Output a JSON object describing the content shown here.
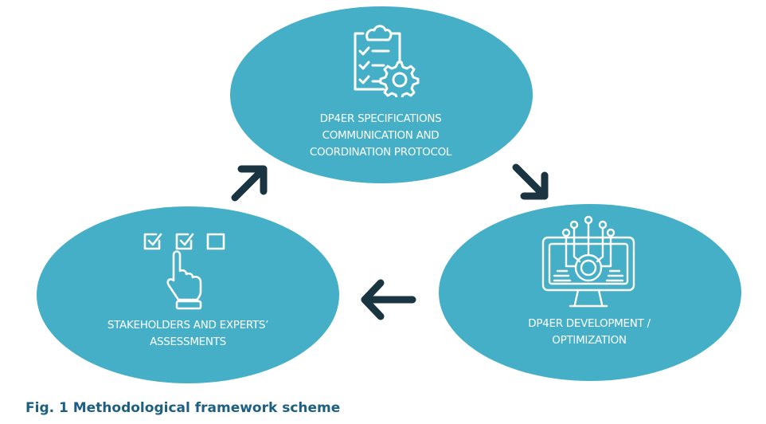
{
  "diagram": {
    "nodes": [
      {
        "id": "top",
        "icon": "clipboard-checklist-gear-icon",
        "lines": [
          "DP4ER SPECIFICATIONS",
          "COMMUNICATION AND",
          "COORDINATION PROTOCOL"
        ]
      },
      {
        "id": "right",
        "icon": "monitor-gear-circuit-icon",
        "lines": [
          "DP4ER DEVELOPMENT /",
          "OPTIMIZATION"
        ]
      },
      {
        "id": "left",
        "icon": "hand-pointer-checkboxes-icon",
        "lines": [
          "STAKEHOLDERS AND EXPERTS’",
          "ASSESSMENTS"
        ]
      }
    ],
    "edges": [
      {
        "from": "left",
        "to": "top",
        "icon": "arrow-up-right-icon"
      },
      {
        "from": "top",
        "to": "right",
        "icon": "arrow-down-right-icon"
      },
      {
        "from": "right",
        "to": "left",
        "icon": "arrow-left-icon"
      }
    ],
    "colors": {
      "node_fill": "#44afc7",
      "node_text": "#ffffff",
      "arrow": "#1b3441",
      "caption": "#1d5f82"
    }
  },
  "caption": "Fig. 1 Methodological framework scheme"
}
